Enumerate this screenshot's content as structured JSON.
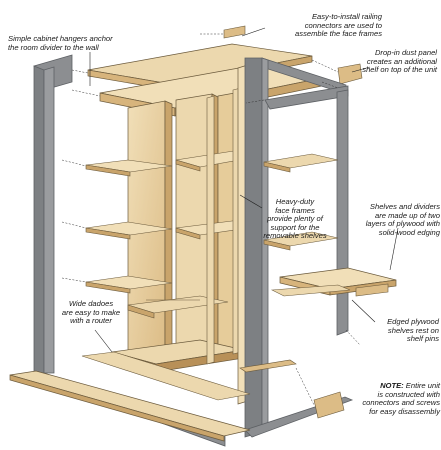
{
  "figure": {
    "subject": "exploded-view-room-divider-bookcase",
    "colors": {
      "wood_light": "#ecd8ae",
      "wood_mid": "#dfc08a",
      "wood_dark": "#c9a46b",
      "frame_face": "#8c8e91",
      "frame_edge": "#5d6064",
      "outline": "#6b5a3c",
      "leader": "#222222"
    }
  },
  "callouts": {
    "hangers": "Simple cabinet hangers anchor\nthe room divider to the wall",
    "railing": "Easy-to-install railing\nconnectors are used to\nassemble the face frames",
    "dust_panel": "Drop-in dust panel\ncreates an additional\nshelf on top of the unit",
    "face_frames": "Heavy-duty\nface frames\nprovide plenty of\nsupport for the\nremovable shelves",
    "shelves_dividers": "Shelves and dividers\nare made up of two\nlayers of plywood with\nsolid-wood edging",
    "dadoes": "Wide dadoes\nare easy to make\nwith a router",
    "edged_plywood": "Edged plywood\nshelves rest on\nshelf pins",
    "note_label": "NOTE:",
    "note_text": " Entire unit\nis constructed with\nconnectors and screws\nfor easy disassembly"
  }
}
